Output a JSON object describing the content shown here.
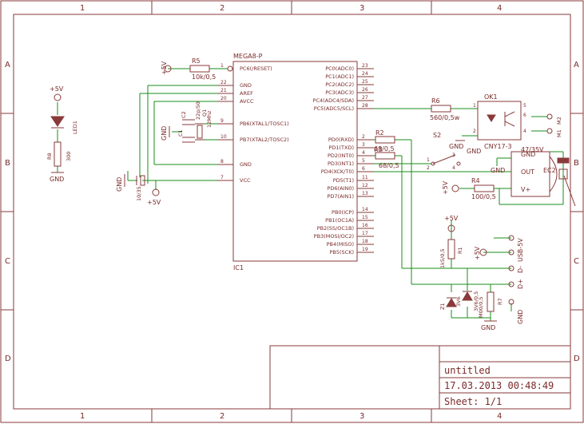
{
  "frame": {
    "col_labels": [
      "1",
      "2",
      "3",
      "4"
    ],
    "row_labels": [
      "A",
      "B",
      "C",
      "D"
    ]
  },
  "title_block": {
    "title": "untitled",
    "datetime": "17.03.2013 00:48:49",
    "sheet": "Sheet: 1/1"
  },
  "ic1": {
    "value": "MEGA8-P",
    "name": "IC1",
    "left_pins": [
      {
        "num": "1",
        "name": "PC6(/RESET)"
      },
      {
        "num": "22",
        "name": "GND"
      },
      {
        "num": "21",
        "name": "AREF"
      },
      {
        "num": "20",
        "name": "AVCC"
      },
      {
        "num": "9",
        "name": "PB6(XTAL1/TOSC1)"
      },
      {
        "num": "10",
        "name": "PB7(XTAL2/TOSC2)"
      },
      {
        "num": "8",
        "name": "GND"
      },
      {
        "num": "7",
        "name": "VCC"
      }
    ],
    "right_pins": [
      {
        "num": "23",
        "name": "PC0(ADC0)"
      },
      {
        "num": "24",
        "name": "PC1(ADC1)"
      },
      {
        "num": "25",
        "name": "PC2(ADC2)"
      },
      {
        "num": "26",
        "name": "PC3(ADC3)"
      },
      {
        "num": "27",
        "name": "PC4(ADC4/SDA)"
      },
      {
        "num": "28",
        "name": "PC5(ADC5/SCL)"
      },
      {
        "num": "2",
        "name": "PD0(RXD)"
      },
      {
        "num": "3",
        "name": "PD1(TXD)"
      },
      {
        "num": "4",
        "name": "PD2(INT0)"
      },
      {
        "num": "5",
        "name": "PD3(INT1)"
      },
      {
        "num": "6",
        "name": "PD4(XCK/T0)"
      },
      {
        "num": "11",
        "name": "PD5(T1)"
      },
      {
        "num": "12",
        "name": "PD6(AIN0)"
      },
      {
        "num": "13",
        "name": "PD7(AIN1)"
      },
      {
        "num": "14",
        "name": "PB0(ICP)"
      },
      {
        "num": "15",
        "name": "PB1(OC1A)"
      },
      {
        "num": "16",
        "name": "PB2(SS/OC1B)"
      },
      {
        "num": "17",
        "name": "PB3(MOSI/OC2)"
      },
      {
        "num": "18",
        "name": "PB4(MISO)"
      },
      {
        "num": "19",
        "name": "PB5(SCK)"
      }
    ]
  },
  "parts": {
    "r5_name": "R5",
    "r5_value": "10k/0,5",
    "r6_name": "R6",
    "r6_value": "560/0,5w",
    "r2_name": "R2",
    "r2_value": "68/0,5",
    "r3_name": "R3",
    "r3_value": "68/0,5",
    "r4_name": "R4",
    "r4_value": "100/0,5",
    "r1_name": "R1",
    "r1_value": "1k5/0,5",
    "r7_name": "R7",
    "r7_value": "M00/0,5",
    "r8_name": "R8",
    "r8_value": "300",
    "c1_name": "C1",
    "c2_name": "C2",
    "c_value": "22p/50",
    "q1_name": "Q1",
    "q1_value": "12Mhz",
    "c_elec_value": "10/35",
    "c_ec_value": "47/35V",
    "led1_name": "LED1",
    "s2_name": "S2",
    "ok1_name": "OK1",
    "ok1_value": "CNY17-3",
    "ec2_name": "EC2",
    "z1_name": "Z1",
    "z1_value": "3V6",
    "z2_value": "3V6/0,5",
    "m1_name": "M1",
    "m2_name": "M2",
    "usb_name": "USB-5V",
    "dminus": "D-",
    "dplus": "D+",
    "ok1_pins": [
      "1",
      "2",
      "5",
      "6",
      "4"
    ],
    "ec2_pins": [
      "GND",
      "OUT",
      "V+"
    ],
    "s2_pins": [
      "1",
      "2",
      "3",
      "4"
    ]
  },
  "nets": {
    "p5v": "+5V",
    "gnd": "GND"
  },
  "colors": {
    "part": "#8a3a3a",
    "wire": "#1a8c1a"
  }
}
